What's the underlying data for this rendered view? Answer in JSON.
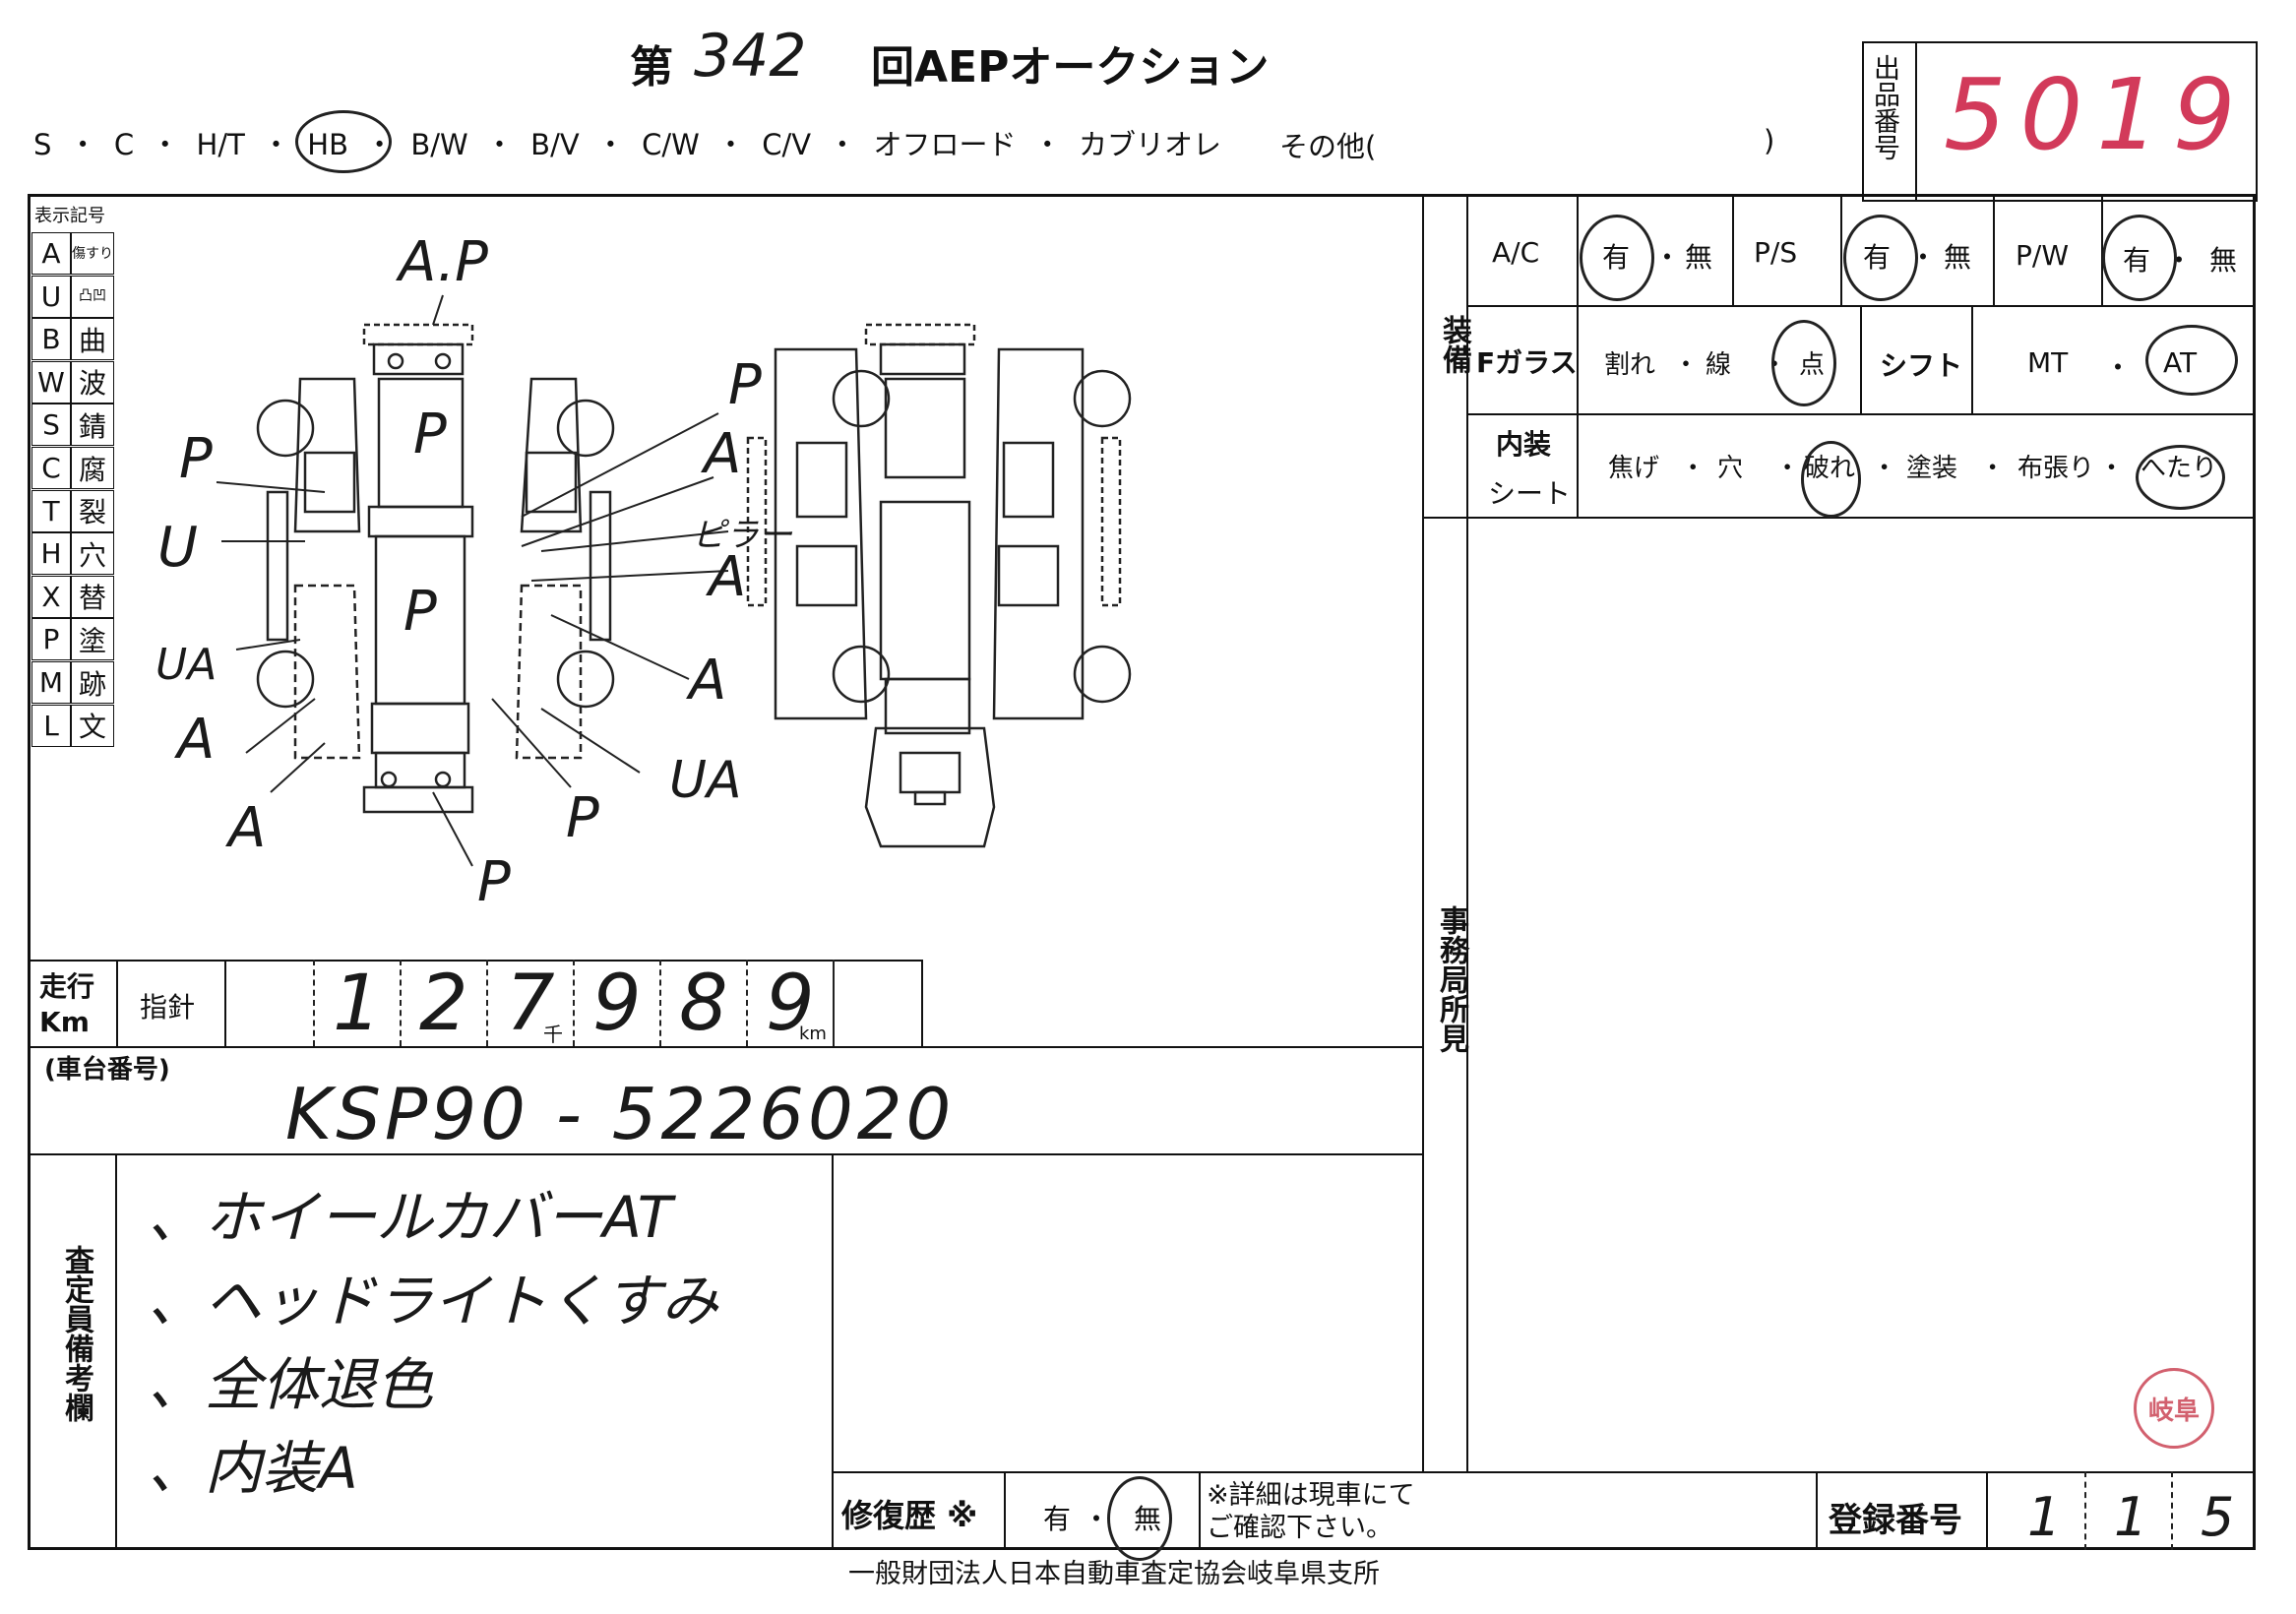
{
  "header": {
    "title_prefix": "第",
    "auction_number": "342",
    "title_suffix": "回AEPオークション",
    "body_types": "S ・ C ・ H/T ・ HB ・ B/W ・ B/V ・ C/W ・ C/V ・ オフロード ・ カブリオレ",
    "body_types_other": "その他(",
    "body_types_close": ")",
    "lot_label": "出品番号",
    "lot_number": "5019"
  },
  "legend": {
    "title": "表示記号",
    "items": [
      {
        "code": "A",
        "meaning": "傷すり"
      },
      {
        "code": "U",
        "meaning": "凸凹"
      },
      {
        "code": "B",
        "meaning": "曲"
      },
      {
        "code": "W",
        "meaning": "波"
      },
      {
        "code": "S",
        "meaning": "錆"
      },
      {
        "code": "C",
        "meaning": "腐"
      },
      {
        "code": "T",
        "meaning": "裂"
      },
      {
        "code": "H",
        "meaning": "穴"
      },
      {
        "code": "X",
        "meaning": "替"
      },
      {
        "code": "P",
        "meaning": "塗"
      },
      {
        "code": "M",
        "meaning": "跡"
      },
      {
        "code": "L",
        "meaning": "文"
      }
    ]
  },
  "diagram_marks": [
    "A.P",
    "P",
    "P",
    "P",
    "A",
    "ピラーA",
    "P",
    "U",
    "UA",
    "A",
    "A",
    "A",
    "UA",
    "P",
    "P"
  ],
  "equipment": {
    "label": "装備",
    "ac_label": "A/C",
    "ac_yes": "有",
    "ac_no": "無",
    "ps_label": "P/S",
    "ps_yes": "有",
    "ps_no": "無",
    "pw_label": "P/W",
    "pw_yes": "有",
    "pw_no": "無",
    "fglass_label": "Fガラス",
    "fglass_options": [
      "割れ",
      "線",
      "点"
    ],
    "shift_label": "シフト",
    "shift_mt": "MT",
    "shift_at": "AT",
    "interior_label": "内装",
    "seat_label": "シート",
    "interior_options": [
      "焦げ",
      "穴",
      "破れ",
      "塗装",
      "布張り",
      "へたり"
    ]
  },
  "office_label": "事務局所見",
  "mileage": {
    "label": "走行Km",
    "pointer_label": "指針",
    "digits": [
      "1",
      "2",
      "7",
      "9",
      "8",
      "9"
    ],
    "thousand_unit": "千",
    "km_unit": "km"
  },
  "chassis": {
    "label": "(車台番号)",
    "value": "KSP90 - 5226020"
  },
  "remarks": {
    "label": "査定員備考欄",
    "lines": [
      "、ホイールカバーAT",
      "、ヘッドライトくすみ",
      "、全体退色",
      "、内装A"
    ]
  },
  "repair": {
    "label": "修復歴 ※",
    "yes": "有",
    "no": "無",
    "note": "※詳細は現車にてご確認下さい。"
  },
  "registration": {
    "label": "登録番号",
    "digits": [
      "1",
      "1",
      "5"
    ]
  },
  "footer": "一般財団法人日本自動車査定協会岐阜県支所",
  "stamp_text": "岐阜"
}
